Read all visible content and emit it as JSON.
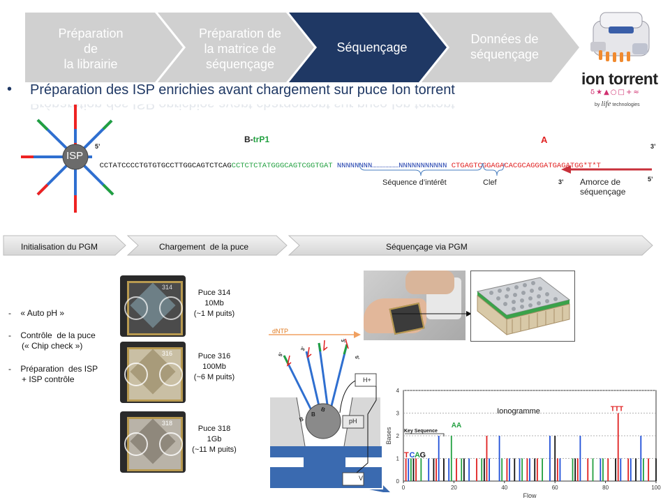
{
  "steps": [
    {
      "label": "Préparation de la librairie",
      "lines": [
        "Préparation",
        "de",
        "la librairie"
      ],
      "color": "#d0d0d0"
    },
    {
      "label": "Préparation de la matrice de séquençage",
      "lines": [
        "Préparation de",
        "la matrice de",
        "séquençage"
      ],
      "color": "#d0d0d0"
    },
    {
      "label": "Séquençage",
      "lines": [
        "Séquençage"
      ],
      "color": "#1f3864"
    },
    {
      "label": "Données de séquençage",
      "lines": [
        "Données de",
        "séquençage"
      ],
      "color": "#d0d0d0"
    }
  ],
  "brand": {
    "name": "ion torrent",
    "symbols": "δ★▲○□+≈",
    "byline_prefix": "by",
    "byline_brand": "life",
    "byline_suffix": "technologies"
  },
  "subtitle": "Préparation des ISP enrichies avant chargement sur puce Ion torrent",
  "construct": {
    "bead_label": "ISP",
    "five_prime_left": "5’",
    "three_prime_right": "3’",
    "adapter_label_prefix": "B-",
    "adapter_label_suffix": "trP1",
    "primer_site_label": "A",
    "seq_black": "CCTATCCCCTGTGTGCCTTGGCAGTCTCAG",
    "seq_green": "CCTCTCTATGGGCAGTCGGTGAT",
    "seq_insert": " NNNNNNNN………………NNNNNNNNNNN",
    "seq_red": " CTGAGTCGGAGACACGCAGGGATGAGATGG*T*T",
    "insert_label": "Séquence d’intérêt",
    "key_label": "Clef",
    "primer_three": "3’",
    "primer_five": "5’",
    "primer_label_line1": "Amorce de",
    "primer_label_line2": "séquençage"
  },
  "workflow": [
    {
      "label": "Initialisation du PGM"
    },
    {
      "label": "Chargement  de la puce"
    },
    {
      "label": "Séquençage via PGM"
    }
  ],
  "init_list": [
    {
      "dash": "-",
      "lines": [
        "« Auto pH »"
      ]
    },
    {
      "dash": "-",
      "lines": [
        "Contrôle  de la puce",
        "(« Chip check »)"
      ]
    },
    {
      "dash": "-",
      "lines": [
        "Préparation  des ISP",
        "+ ISP contrôle"
      ]
    }
  ],
  "chips": [
    {
      "name": "Puce 314",
      "throughput": "10Mb",
      "wells": "(~1 M puits)",
      "chip_mark": "314"
    },
    {
      "name": "Puce 316",
      "throughput": "100Mb",
      "wells": "(~6 M puits)",
      "chip_mark": "316"
    },
    {
      "name": "Puce 318",
      "throughput": "1Gb",
      "wells": "(~11 M puits)",
      "chip_mark": "318"
    }
  ],
  "schematic": {
    "dntp_label": "dNTP",
    "h_label": "H+",
    "ph_label": "pH",
    "v_label": "V",
    "strand_label": "B",
    "three_prime": "3’",
    "five_prime": "5’"
  },
  "chart_data": {
    "type": "bar",
    "title": "Ionogramme",
    "xlabel": "Flow",
    "ylabel": "Bases",
    "xlim": [
      0,
      100
    ],
    "ylim": [
      0,
      4
    ],
    "xticks": [
      0,
      20,
      40,
      60,
      80,
      100
    ],
    "yticks": [
      0,
      1,
      2,
      3,
      4
    ],
    "grid": "horizontal dotted at 1, 2, 3, 4",
    "annotations": [
      {
        "text": "Key Sequence"
      },
      {
        "text": "T",
        "color": "#e02020"
      },
      {
        "text": "C",
        "color": "#1f4fd8"
      },
      {
        "text": "A",
        "color": "#22a040"
      },
      {
        "text": "G",
        "color": "#111111"
      },
      {
        "text": "AA",
        "color": "#22a040"
      },
      {
        "text": "TTT",
        "color": "#e02020"
      }
    ],
    "series": [
      {
        "color": "#e02020",
        "x": [
          1,
          5,
          9,
          13,
          17,
          21,
          25,
          29,
          33,
          37,
          41,
          45,
          49,
          53,
          57,
          61,
          65,
          69,
          73,
          77,
          81,
          85,
          89,
          93,
          97
        ],
        "values": [
          1.0,
          1.0,
          0.0,
          1.0,
          0.0,
          1.0,
          0.0,
          1.0,
          2.0,
          0.0,
          1.0,
          0.0,
          1.0,
          1.0,
          0.0,
          1.0,
          0.0,
          1.0,
          1.0,
          0.0,
          1.0,
          3.0,
          1.0,
          0.0,
          1.0
        ]
      },
      {
        "color": "#1f4fd8",
        "x": [
          2,
          6,
          10,
          14,
          18,
          22,
          26,
          30,
          34,
          38,
          42,
          46,
          50,
          54,
          58,
          62,
          66,
          70,
          74,
          78,
          82,
          86,
          90,
          94,
          98
        ],
        "values": [
          1.0,
          0.0,
          1.0,
          2.0,
          1.0,
          0.0,
          1.0,
          0.0,
          1.0,
          2.0,
          1.0,
          1.0,
          1.0,
          0.0,
          2.0,
          1.0,
          0.0,
          2.0,
          0.0,
          1.0,
          0.0,
          1.0,
          1.0,
          2.0,
          0.0
        ]
      },
      {
        "color": "#22a040",
        "x": [
          3,
          7,
          11,
          15,
          19,
          23,
          27,
          31,
          35,
          39,
          43,
          47,
          51,
          55,
          59,
          63,
          67,
          71,
          75,
          79,
          83,
          87,
          91,
          95,
          99
        ],
        "values": [
          1.0,
          1.0,
          0.0,
          0.0,
          2.0,
          1.0,
          0.0,
          1.0,
          0.0,
          1.0,
          0.0,
          1.0,
          0.0,
          1.0,
          0.0,
          0.0,
          1.0,
          0.0,
          1.0,
          1.0,
          0.0,
          0.0,
          0.0,
          1.0,
          0.0
        ]
      },
      {
        "color": "#111111",
        "x": [
          4,
          8,
          12,
          16,
          20,
          24,
          28,
          32,
          36,
          40,
          44,
          48,
          52,
          56,
          60,
          64,
          68,
          72,
          76,
          80,
          84,
          88,
          92,
          96,
          100
        ],
        "values": [
          1.0,
          0.0,
          1.0,
          1.0,
          0.0,
          1.0,
          0.0,
          1.0,
          0.0,
          0.0,
          1.0,
          0.0,
          1.0,
          0.0,
          2.0,
          0.0,
          1.0,
          0.0,
          0.0,
          0.0,
          1.0,
          0.0,
          1.0,
          0.0,
          1.0
        ]
      }
    ]
  }
}
